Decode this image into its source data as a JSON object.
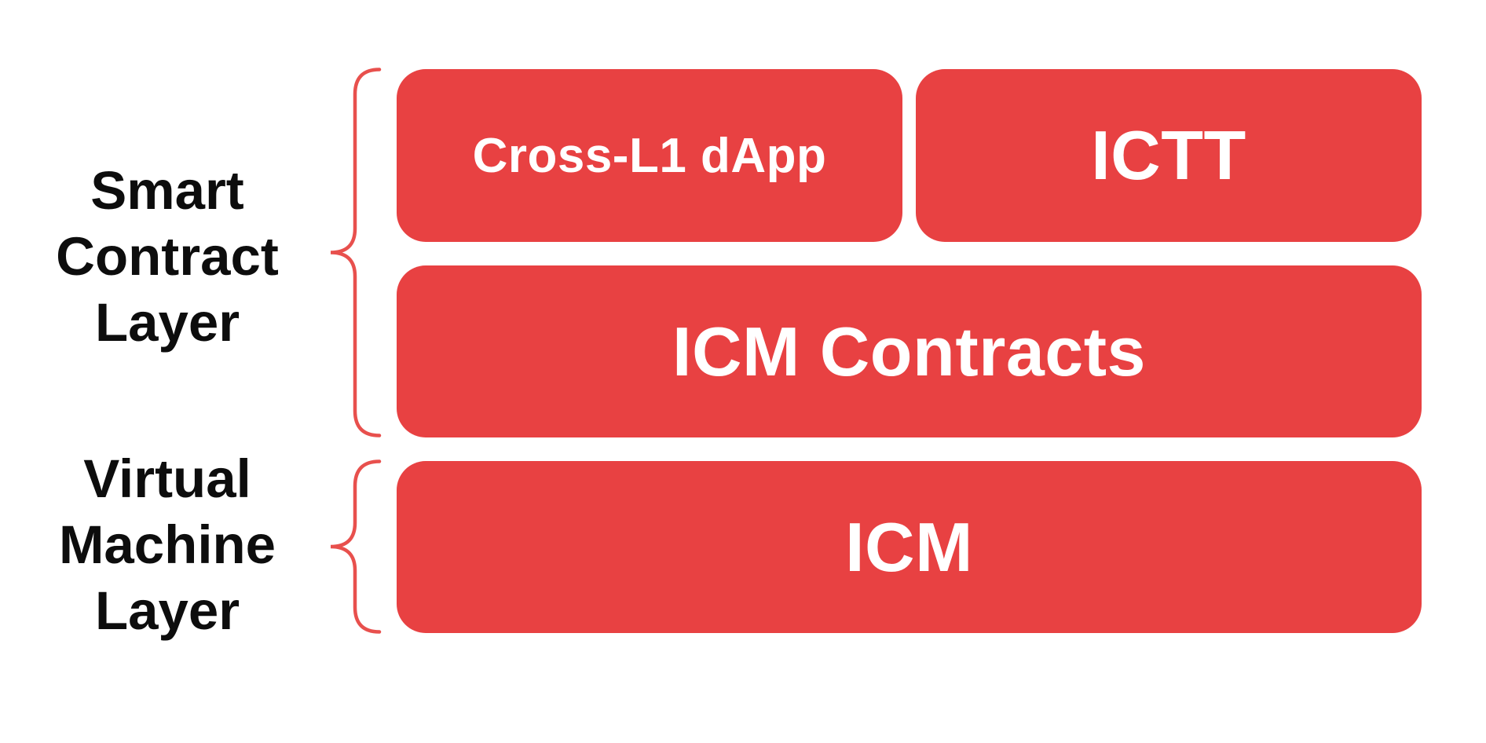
{
  "colors": {
    "background": "#FFFFFF",
    "box_red": "#E84142",
    "brace_red": "#E8504D",
    "box_text": "#FFFFFF",
    "label_ink": "#0D0D0D"
  },
  "layers": [
    {
      "label_lines": [
        "Smart",
        "Contract",
        "Layer"
      ],
      "boxes": [
        {
          "label": "Cross-L1 dApp"
        },
        {
          "label": "ICTT"
        },
        {
          "label": "ICM Contracts"
        }
      ]
    },
    {
      "label_lines": [
        "Virtual",
        "Machine",
        "Layer"
      ],
      "boxes": [
        {
          "label": "ICM"
        }
      ]
    }
  ]
}
